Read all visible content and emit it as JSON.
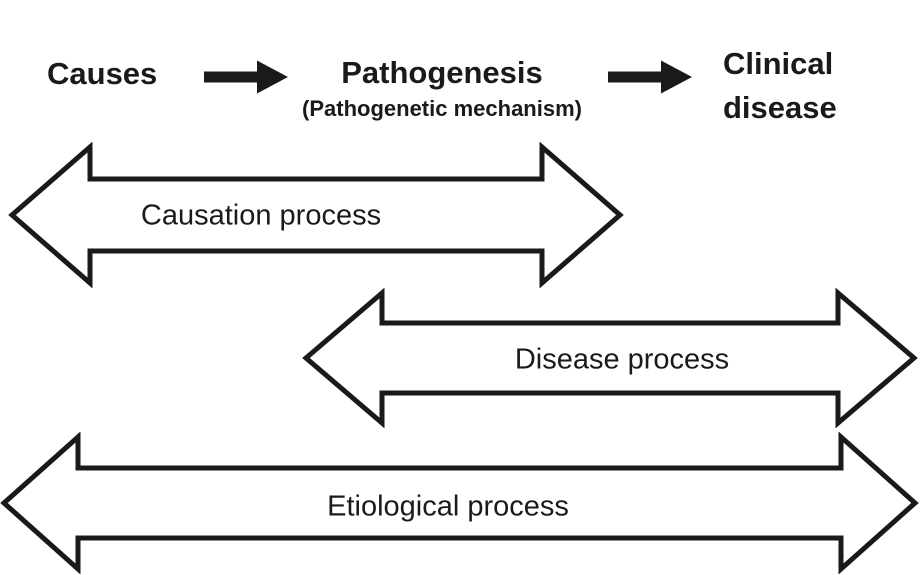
{
  "colors": {
    "ink": "#1a1a1a",
    "background": "#ffffff"
  },
  "top_flow": {
    "causes_label": "Causes",
    "flow_arrow_icon": "right-arrow-icon",
    "pathogenesis_label": "Pathogenesis",
    "pathogenesis_mechanism_label": "(Pathogenetic mechanism)",
    "clinical_disease_label": "Clinical disease"
  },
  "process_arrows": [
    {
      "label": "Causation process"
    },
    {
      "label": "Disease process"
    },
    {
      "label": "Etiological process"
    }
  ]
}
